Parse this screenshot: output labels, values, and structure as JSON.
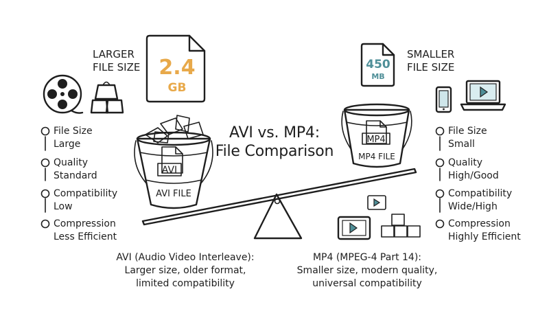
{
  "title": [
    "AVI vs. MP4:",
    "File Comparison"
  ],
  "avi": {
    "size_label": [
      "LARGER",
      "FILE SIZE"
    ],
    "doc_value": "2.4",
    "doc_unit": "GB",
    "bucket_badge": "AVI",
    "bucket_label": "AVI FILE",
    "attributes": [
      {
        "name": "File Size",
        "value": "Large"
      },
      {
        "name": "Quality",
        "value": "Standard"
      },
      {
        "name": "Compatibility",
        "value": "Low"
      },
      {
        "name": "Compression",
        "value": "Less Efficient"
      }
    ],
    "caption": [
      "AVI (Audio Video Interleave):",
      "Larger size, older format,",
      "limited compatibility"
    ]
  },
  "mp4": {
    "size_label": [
      "SMALLER",
      "FILE SIZE"
    ],
    "doc_value": "450",
    "doc_unit": "MB",
    "bucket_badge": "MP4",
    "bucket_label": "MP4 FILE",
    "attributes": [
      {
        "name": "File Size",
        "value": "Small"
      },
      {
        "name": "Quality",
        "value": "High/Good"
      },
      {
        "name": "Compatibility",
        "value": "Wide/High"
      },
      {
        "name": "Compression",
        "value": "Highly Efficient"
      }
    ],
    "caption": [
      "MP4 (MPEG-4 Part 14):",
      "Smaller size, modern quality,",
      "universal compatibility"
    ]
  },
  "colors": {
    "avi_accent": "#e8a94a",
    "mp4_accent": "#5a9ea6",
    "ink": "#1e1e1e"
  }
}
